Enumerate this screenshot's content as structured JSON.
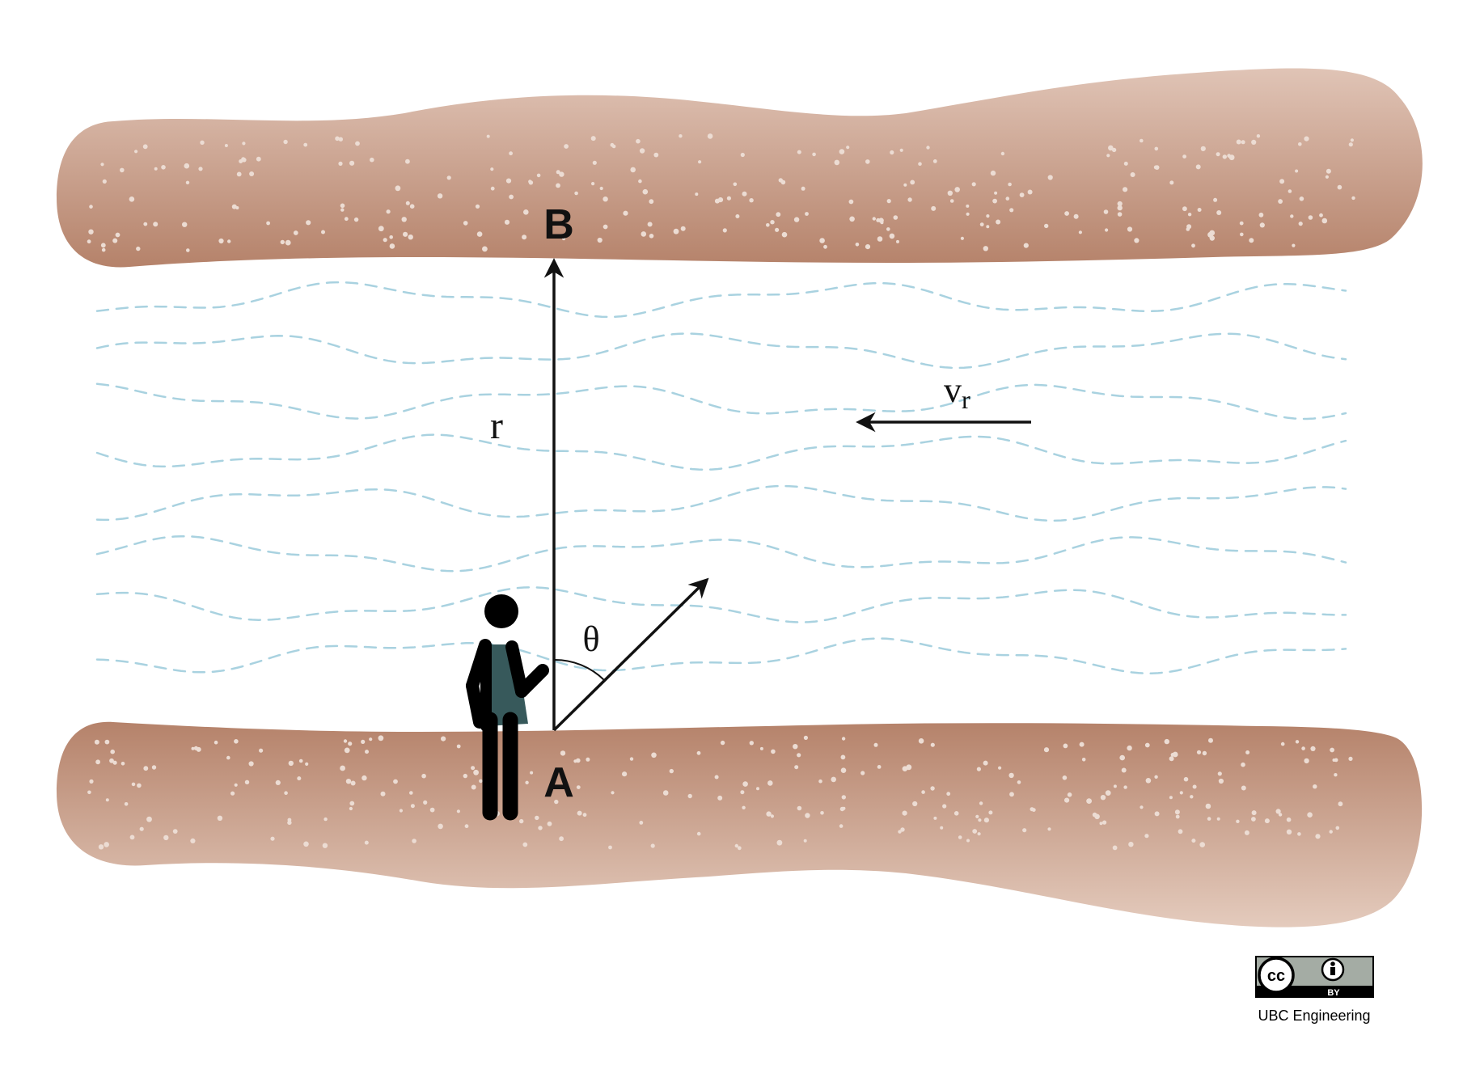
{
  "labels": {
    "point_a": "A",
    "point_b": "B",
    "distance": "r",
    "angle": "θ",
    "river_velocity_symbol": "v",
    "river_velocity_subscript": "r"
  },
  "license": {
    "cc_mark": "cc",
    "by_mark": "BY",
    "credit": "UBC Engineering"
  },
  "colors": {
    "bank_dark": "#b5826a",
    "bank_light": "#e0c4b6",
    "water_dash": "#a9d2e0",
    "arrow": "#111111",
    "shirt": "#37595b"
  },
  "icons": {
    "person": "person-standing-icon",
    "license": "cc-by-icon"
  }
}
